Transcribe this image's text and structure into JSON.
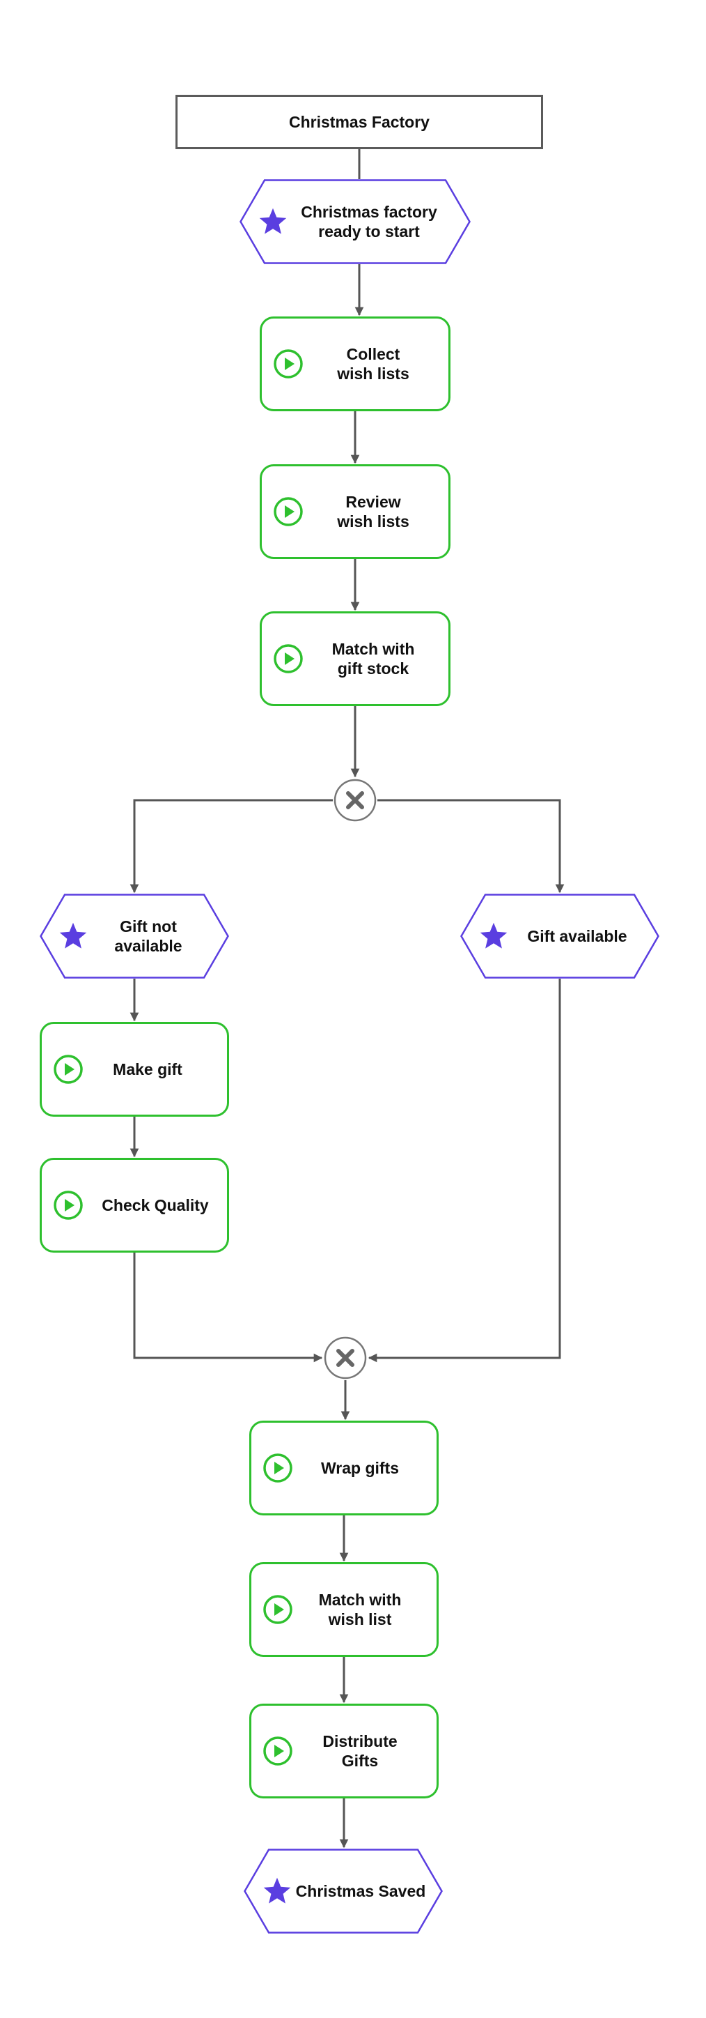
{
  "diagram": {
    "title": "Christmas Factory",
    "colors": {
      "activity_border": "#2ec02e",
      "event_border": "#5a3ee0",
      "star": "#5a3ee0",
      "connector": "#555555",
      "gateway_border": "#777777"
    },
    "nodes": {
      "start_event": {
        "label": "Christmas factory\nready to start",
        "icon": "star-icon"
      },
      "collect": {
        "label": "Collect\nwish lists",
        "icon": "play-icon"
      },
      "review": {
        "label": "Review\nwish lists",
        "icon": "play-icon"
      },
      "match_stock": {
        "label": "Match with\ngift stock",
        "icon": "play-icon"
      },
      "split_gateway": {
        "type": "exclusive",
        "icon": "x-icon"
      },
      "not_available": {
        "label": "Gift not\navailable",
        "icon": "star-icon"
      },
      "available": {
        "label": "Gift available",
        "icon": "star-icon"
      },
      "make_gift": {
        "label": "Make gift",
        "icon": "play-icon"
      },
      "check_quality": {
        "label": "Check Quality",
        "icon": "play-icon"
      },
      "merge_gateway": {
        "type": "exclusive",
        "icon": "x-icon"
      },
      "wrap": {
        "label": "Wrap gifts",
        "icon": "play-icon"
      },
      "match_wish": {
        "label": "Match with\nwish list",
        "icon": "play-icon"
      },
      "distribute": {
        "label": "Distribute\nGifts",
        "icon": "play-icon"
      },
      "end_event": {
        "label": "Christmas Saved",
        "icon": "star-icon"
      }
    },
    "edges": [
      {
        "from": "title",
        "to": "start_event"
      },
      {
        "from": "start_event",
        "to": "collect"
      },
      {
        "from": "collect",
        "to": "review"
      },
      {
        "from": "review",
        "to": "match_stock"
      },
      {
        "from": "match_stock",
        "to": "split_gateway"
      },
      {
        "from": "split_gateway",
        "to": "not_available"
      },
      {
        "from": "split_gateway",
        "to": "available"
      },
      {
        "from": "not_available",
        "to": "make_gift"
      },
      {
        "from": "make_gift",
        "to": "check_quality"
      },
      {
        "from": "check_quality",
        "to": "merge_gateway"
      },
      {
        "from": "available",
        "to": "merge_gateway"
      },
      {
        "from": "merge_gateway",
        "to": "wrap"
      },
      {
        "from": "wrap",
        "to": "match_wish"
      },
      {
        "from": "match_wish",
        "to": "distribute"
      },
      {
        "from": "distribute",
        "to": "end_event"
      }
    ]
  }
}
